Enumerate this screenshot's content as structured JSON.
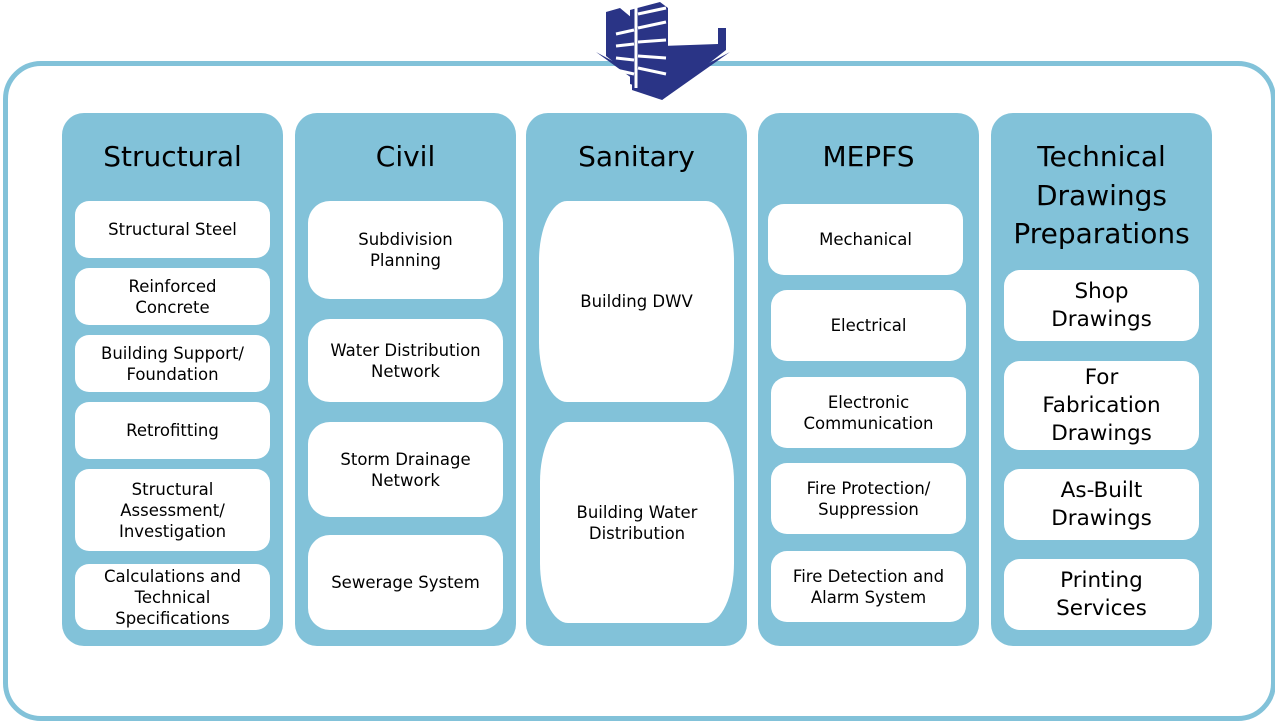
{
  "logo": {
    "icon": "building-logo-icon",
    "color": "#2a3486"
  },
  "colors": {
    "frame": "#82c2d9",
    "column": "#82c2d9",
    "box": "#ffffff"
  },
  "columns": [
    {
      "title": "Structural",
      "items": [
        "Structural Steel",
        "Reinforced\nConcrete",
        "Building Support/\nFoundation",
        "Retrofitting",
        "Structural\nAssessment/\nInvestigation",
        "Calculations and\nTechnical\nSpecifications"
      ]
    },
    {
      "title": "Civil",
      "items": [
        "Subdivision\nPlanning",
        "Water Distribution\nNetwork",
        "Storm Drainage\nNetwork",
        "Sewerage System"
      ]
    },
    {
      "title": "Sanitary",
      "items": [
        "Building DWV",
        "Building Water\nDistribution"
      ]
    },
    {
      "title": "MEPFS",
      "items": [
        "Mechanical",
        "Electrical",
        "Electronic\nCommunication",
        "Fire Protection/\nSuppression",
        "Fire Detection and\nAlarm System"
      ]
    },
    {
      "title": "Technical\nDrawings\nPreparations",
      "items": [
        "Shop\nDrawings",
        "For\nFabrication\nDrawings",
        "As-Built\nDrawings",
        "Printing\nServices"
      ]
    }
  ]
}
